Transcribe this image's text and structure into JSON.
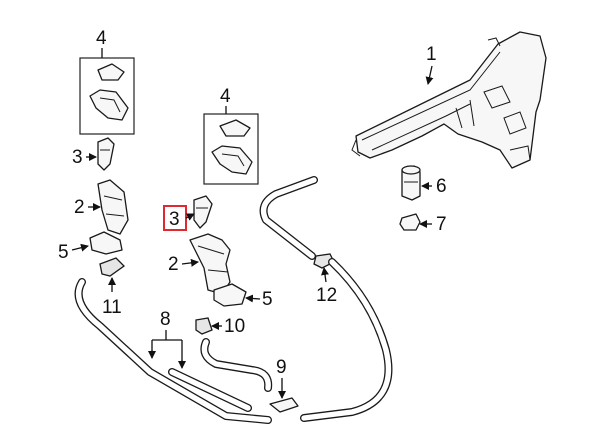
{
  "diagram": {
    "callouts": {
      "c1": "1",
      "c2a": "2",
      "c2b": "2",
      "c3a": "3",
      "c3b": "3",
      "c4a": "4",
      "c4b": "4",
      "c5a": "5",
      "c5b": "5",
      "c6": "6",
      "c7": "7",
      "c8": "8",
      "c9": "9",
      "c10": "10",
      "c11": "11",
      "c12": "12"
    },
    "highlighted_callout": "3",
    "highlight_color": "#e0282e"
  }
}
